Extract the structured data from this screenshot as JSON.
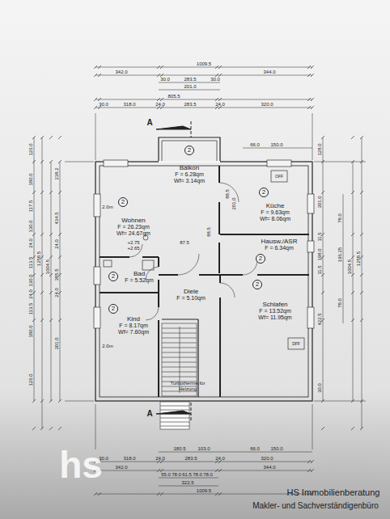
{
  "diagram": {
    "nodes": [
      {
        "text": [
          "Balkon",
          "F = 6.28qm",
          "Wf= 3.14qm"
        ]
      },
      {
        "text": [
          "Wohnen",
          "F = 26.23qm",
          "Wf= 24.67qm"
        ]
      },
      {
        "text": [
          "Küche",
          "F = 9.63qm",
          "Wf= 8.06qm"
        ]
      },
      {
        "text": [
          "Hausw./ASR",
          "F = 6.34qm"
        ]
      },
      {
        "text": [
          "Bad",
          "F = 5.52qm"
        ]
      },
      {
        "text": [
          "Diele",
          "F = 5.10qm"
        ]
      },
      {
        "text": [
          "Schlafen",
          "F = 13.52qm",
          "Wf= 11.95qm"
        ]
      },
      {
        "text": [
          "Kind",
          "F = 8.17qm",
          "Wf= 7.60qm"
        ]
      }
    ],
    "labels": [
      "1009.5",
      "342.0",
      "344.0",
      "30.0",
      "283.5",
      "30.0",
      "201.0",
      "805.5",
      "30.0",
      "318.0",
      "24.0",
      "283.5",
      "24.0",
      "320.0",
      "66.0",
      "150.0",
      "180.5",
      "103.0",
      "66.0",
      "150.0",
      "30.0",
      "318.0",
      "24.0",
      "283.5",
      "24.0",
      "320.0",
      "342.0",
      "344.0",
      "55.0",
      "78.0",
      "61.5",
      "78.0",
      "78.0",
      "322.5",
      "1009.5",
      "1258.5",
      "1004.5",
      "126.0",
      "180.0",
      "117.5",
      "130.0",
      "24.0",
      "113.5",
      "130.0",
      "24.0",
      "113.5",
      "180.0",
      "126.0",
      "238.2",
      "434.5",
      "24.0",
      "385.5",
      "24.0",
      "301.0",
      "128.0",
      "301.0",
      "11.5",
      "198.0",
      "11.5",
      "422.5",
      "30.0",
      "78.0",
      "196.25",
      "78.0",
      "1004.5",
      "1258.5",
      "2.0m",
      "2.0m",
      "+2.75",
      "+2.65",
      "87.5",
      "88.5",
      "88.5",
      "201.0",
      "OFF",
      "DFF",
      "Turbotherme für Heizung",
      "A",
      "A",
      "2",
      "2",
      "2",
      "2",
      "2",
      "2",
      "2",
      "hs",
      "HS Immobilienberatung",
      "Makler- und Sachverständigenbüro"
    ]
  }
}
